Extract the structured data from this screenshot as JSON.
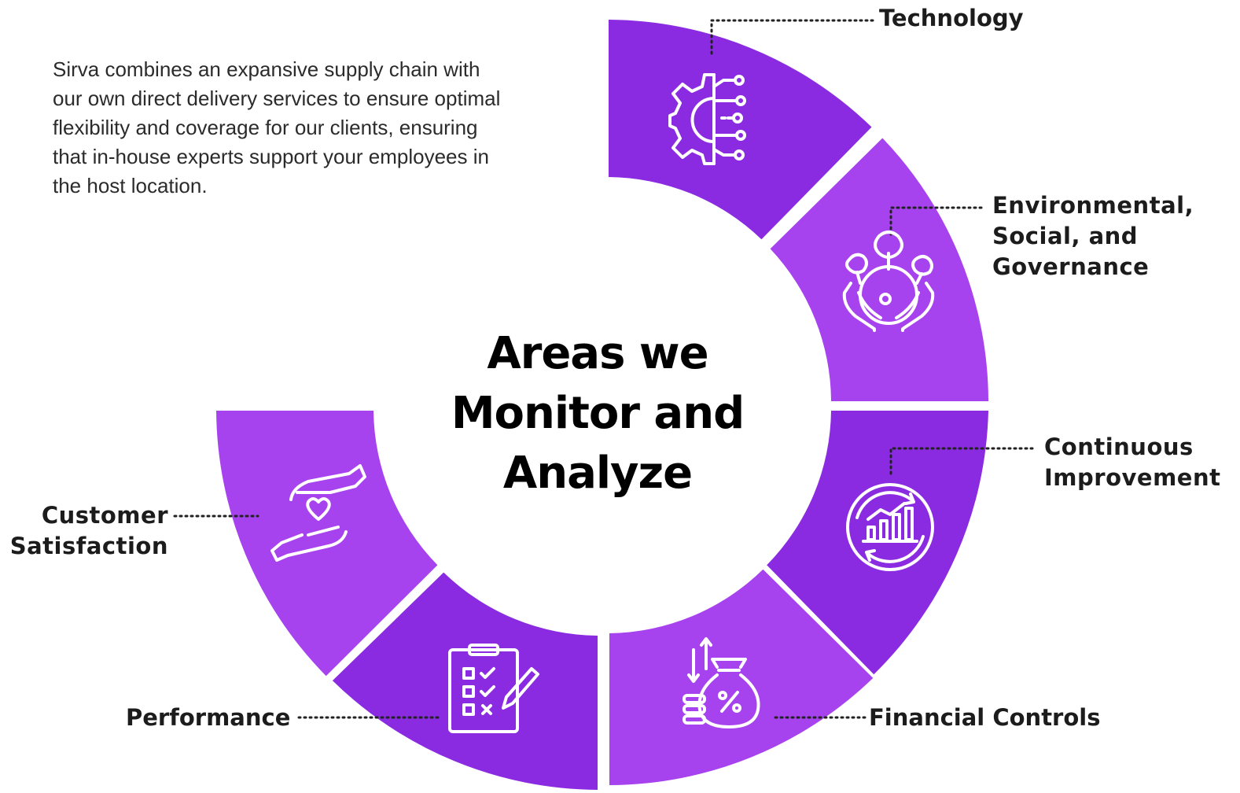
{
  "intro_text": "Sirva combines an expansive supply chain with our own direct delivery services to ensure optimal flexibility and coverage for our clients, ensuring that in-house experts support your employees in the host location.",
  "center_title": "Areas we\nMonitor and\nAnalyze",
  "segments": [
    {
      "label": "Technology",
      "icon": "technology-gear-circuit-icon",
      "color": "#8A2BE2"
    },
    {
      "label": "Environmental,\nSocial, and\nGovernance",
      "icon": "hands-globe-trees-icon",
      "color": "#A742EF"
    },
    {
      "label": "Continuous\nImprovement",
      "icon": "chart-cycle-icon",
      "color": "#8A2BE2"
    },
    {
      "label": "Financial Controls",
      "icon": "money-bag-percent-icon",
      "color": "#A742EF"
    },
    {
      "label": "Performance",
      "icon": "clipboard-checklist-icon",
      "color": "#8A2BE2"
    },
    {
      "label": "Customer\nSatisfaction",
      "icon": "hands-heart-icon",
      "color": "#A742EF"
    }
  ]
}
